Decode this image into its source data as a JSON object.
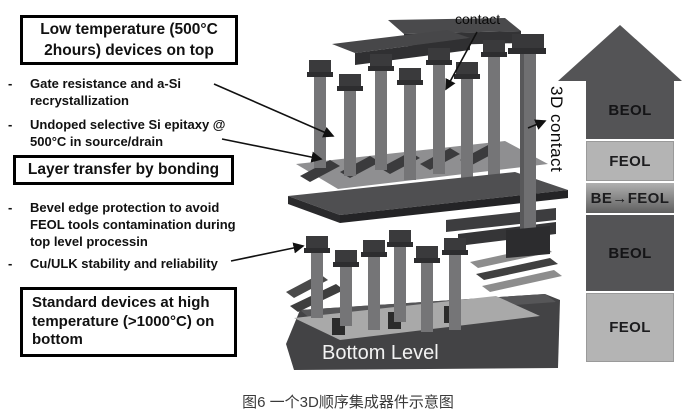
{
  "left_panel": {
    "box_top": {
      "lines": [
        "Low temperature (500°C",
        "2hours) devices on top"
      ]
    },
    "bullets_top": [
      {
        "dash": "-",
        "lines": [
          "Gate resistance and a-Si",
          "recrystallization"
        ]
      },
      {
        "dash": "-",
        "lines": [
          "Undoped selective Si epitaxy @",
          "500°C in source/drain"
        ]
      }
    ],
    "box_middle": {
      "label": "Layer transfer by bonding"
    },
    "bullets_bottom": [
      {
        "dash": "-",
        "lines": [
          "Bevel edge protection to avoid",
          "FEOL tools contamination during",
          "top level processin"
        ]
      },
      {
        "dash": "-",
        "lines": [
          "Cu/ULK stability and reliability"
        ]
      }
    ],
    "box_bottom": {
      "lines": [
        "Standard devices at high",
        "temperature (>1000°C) on",
        "bottom"
      ]
    }
  },
  "diagram": {
    "contact_label": "contact",
    "vertical_label": "3D contact",
    "bottom_level_label": "Bottom Level"
  },
  "stack": {
    "layers": [
      {
        "label": "BEOL",
        "color": "#545456"
      },
      {
        "label": "FEOL",
        "color": "#b4b4b4"
      },
      {
        "label": "BE→FEOL",
        "color": "#8e8e8e"
      },
      {
        "label": "BEOL",
        "color": "#545456"
      },
      {
        "label": "FEOL",
        "color": "#b4b4b4"
      }
    ],
    "arrow_color": "#545456"
  },
  "caption": {
    "text": "图6 一个3D顺序集成器件示意图"
  }
}
